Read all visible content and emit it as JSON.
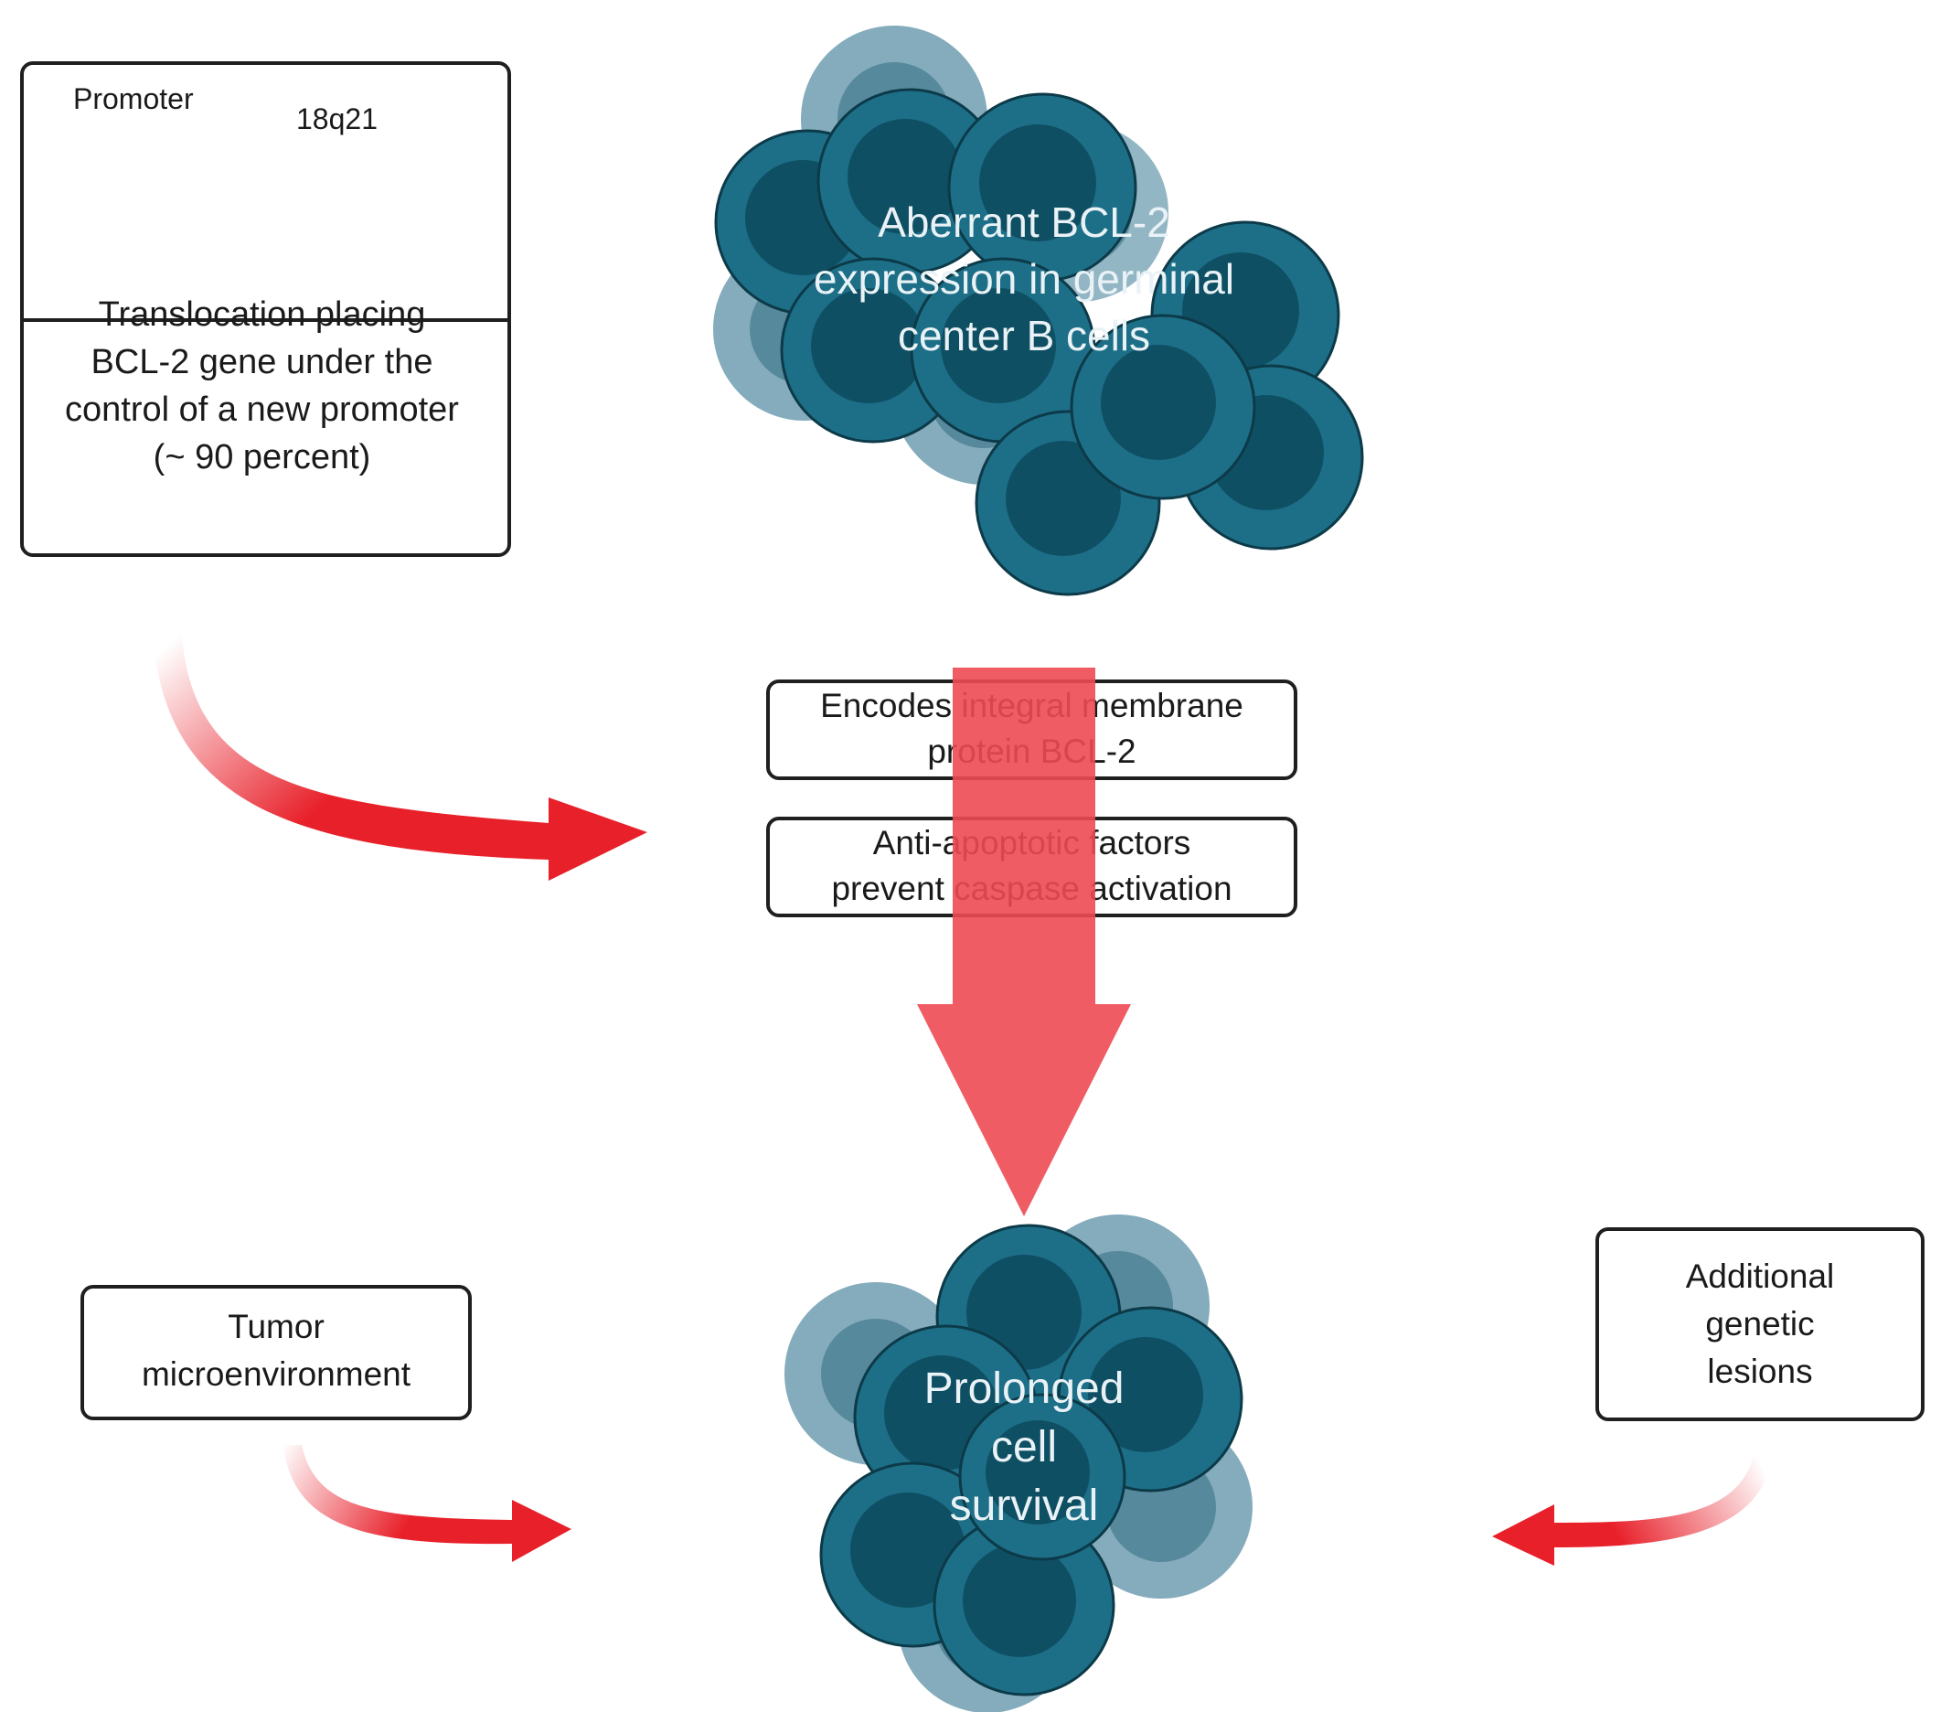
{
  "gene_panel": {
    "promoter_label": "Promoter",
    "locus_label": "18q21",
    "caption_lines": [
      "Translocation placing",
      "BCL-2 gene under the",
      "control of a new promoter",
      "(~ 90 percent)"
    ]
  },
  "top_cluster": {
    "label_lines": [
      "Aberrant BCL-2",
      "expression in germinal",
      "center B cells"
    ]
  },
  "mechanism_boxes": [
    {
      "lines": [
        "Encodes integral membrane",
        "protein BCL-2"
      ]
    },
    {
      "lines": [
        "Anti-apoptotic factors",
        "prevent caspase activation"
      ]
    }
  ],
  "bottom_cluster": {
    "label_lines": [
      "Prolonged",
      "cell",
      "survival"
    ]
  },
  "left_factor": {
    "lines": [
      "Tumor",
      "microenvironment"
    ]
  },
  "right_factor": {
    "lines": [
      "Additional",
      "genetic",
      "lesions"
    ]
  },
  "colors": {
    "cell_dark": "#0f4f63",
    "cell_mid": "#1d6f88",
    "cell_faded": "#6f9db0",
    "arrow_red": "#e8202a",
    "arrow_translucent": "#ee4a52",
    "gene_blue": "#8497b8",
    "gene_red": "#ef4130",
    "gene_yellow": "#f2c417"
  }
}
